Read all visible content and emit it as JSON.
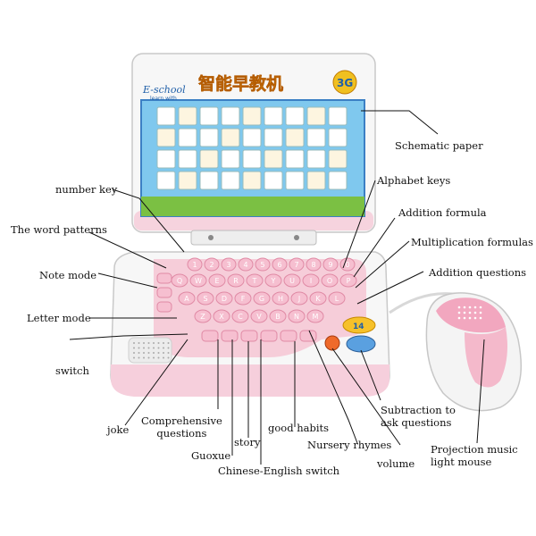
{
  "product": {
    "screen_brand": "E-school",
    "screen_brand_sub": "learn with",
    "screen_title": "智能早教机",
    "badge_3g": "3G",
    "keys_row1": [
      "1",
      "2",
      "3",
      "4",
      "5",
      "6",
      "7",
      "8",
      "9",
      "0"
    ],
    "keys_row2": [
      "Q",
      "W",
      "E",
      "R",
      "T",
      "Y",
      "U",
      "I",
      "O",
      "P"
    ],
    "keys_row3": [
      "A",
      "S",
      "D",
      "F",
      "G",
      "H",
      "J",
      "K",
      "L"
    ],
    "keys_row4": [
      "Z",
      "X",
      "C",
      "V",
      "B",
      "N",
      "M"
    ],
    "badge_14": "14",
    "colors": {
      "pink": "#f2b7c8",
      "pink_dark": "#e58aa6",
      "frame": "#f7f7f7",
      "screen_sky": "#7fc8ee",
      "grass": "#7bc043"
    }
  },
  "labels": {
    "schematic_paper": "Schematic paper",
    "number_key": "number key",
    "alphabet_keys": "Alphabet keys",
    "word_patterns": "The word patterns",
    "addition_formula": "Addition formula",
    "multiplication_formulas": "Multiplication formulas",
    "note_mode": "Note mode",
    "addition_questions": "Addition questions",
    "letter_mode": "Letter mode",
    "switch": "switch",
    "joke": "joke",
    "comprehensive_questions": "Comprehensive\nquestions",
    "guoxue": "Guoxue",
    "story": "story",
    "chinese_english_switch": "Chinese-English switch",
    "good_habits": "good habits",
    "nursery_rhymes": "Nursery rhymes",
    "volume": "volume",
    "subtraction": "Subtraction to\nask questions",
    "projection_mouse": "Projection music\nlight mouse"
  }
}
